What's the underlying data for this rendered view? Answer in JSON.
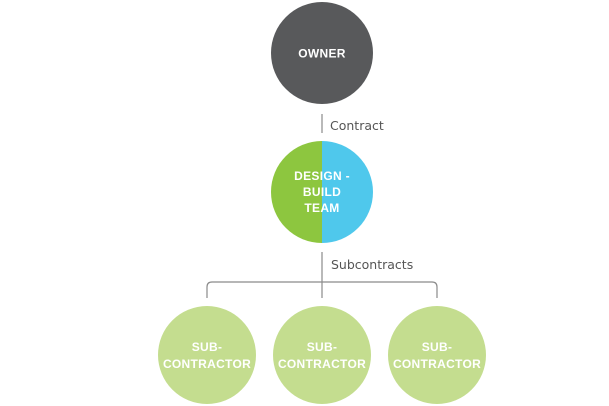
{
  "nodes": {
    "owner": {
      "label": "OWNER",
      "color": "#58595b"
    },
    "design_build_team": {
      "label_lines": [
        "DESIGN -",
        "BUILD",
        "TEAM"
      ],
      "colors": {
        "left": "#8dc63f",
        "right": "#4fc8ec"
      }
    },
    "subcontractors": [
      {
        "label_lines": [
          "SUB-",
          "CONTRACTOR"
        ]
      },
      {
        "label_lines": [
          "SUB-",
          "CONTRACTOR"
        ]
      },
      {
        "label_lines": [
          "SUB-",
          "CONTRACTOR"
        ]
      }
    ],
    "subcontractor_color": "#c4dd8f"
  },
  "edges": {
    "contract_label": "Contract",
    "subcontracts_label": "Subcontracts"
  }
}
